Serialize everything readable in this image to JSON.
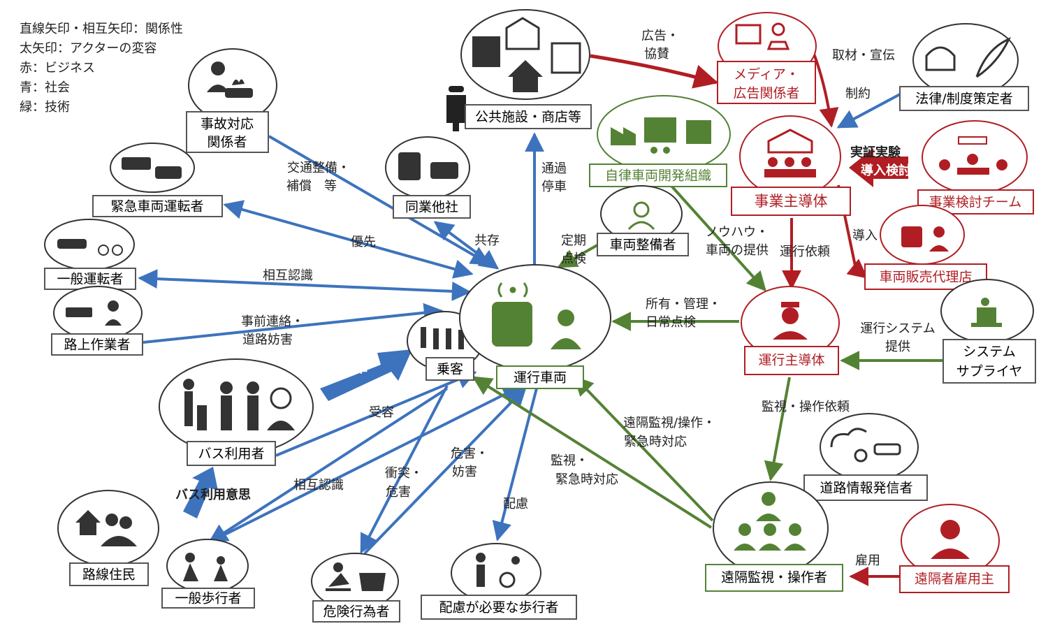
{
  "colors": {
    "blue": "#3d73bd",
    "red": "#b01e23",
    "green": "#548235",
    "dark": "#333333"
  },
  "legend": [
    "直線矢印・相互矢印：関係性",
    "太矢印：アクターの変容",
    "赤：ビジネス",
    "青：社会",
    "緑：技術"
  ],
  "nodes": {
    "jiko": {
      "label1": "事故対応",
      "label2": "関係者",
      "color": "dark"
    },
    "kinkyu": {
      "label1": "緊急車両運転者",
      "color": "dark"
    },
    "ippan_driver": {
      "label1": "一般運転者",
      "color": "dark"
    },
    "rojo": {
      "label1": "路上作業者",
      "color": "dark"
    },
    "bus_user": {
      "label1": "バス利用者",
      "color": "dark"
    },
    "rosen": {
      "label1": "路線住民",
      "color": "dark"
    },
    "hokosha": {
      "label1": "一般歩行者",
      "color": "dark"
    },
    "kiken": {
      "label1": "危険行為者",
      "color": "dark"
    },
    "hairyo": {
      "label1": "配慮が必要な歩行者",
      "color": "dark"
    },
    "kokyo": {
      "label1": "公共施設・商店等",
      "color": "dark"
    },
    "dogyo": {
      "label1": "同業他社",
      "color": "dark"
    },
    "jokyaku": {
      "label1": "乗客",
      "color": "dark"
    },
    "unko_sharyo": {
      "label1": "運行車両",
      "color": "green"
    },
    "jiritsu": {
      "label1": "自律車両開発組織",
      "color": "green"
    },
    "seibi": {
      "label1": "車両整備者",
      "color": "dark"
    },
    "media": {
      "label1": "メディア・",
      "label2": "広告関係者",
      "color": "red"
    },
    "horitsu": {
      "label1": "法律/制度策定者",
      "color": "dark"
    },
    "jigyo": {
      "label1": "事業主導体",
      "color": "red"
    },
    "kento": {
      "label1": "事業検討チーム",
      "color": "red"
    },
    "hanbai": {
      "label1": "車両販売代理店",
      "color": "red"
    },
    "unko_shudo": {
      "label1": "運行主導体",
      "color": "red"
    },
    "system": {
      "label1": "システム",
      "label2": "サプライヤ",
      "color": "dark"
    },
    "doro": {
      "label1": "道路情報発信者",
      "color": "dark"
    },
    "enkaku": {
      "label1": "遠隔監視・操作者",
      "color": "green"
    },
    "koyo": {
      "label1": "遠隔者雇用主",
      "color": "red"
    }
  },
  "edge_labels": {
    "kotsu": [
      "交通整備・",
      "補償　等"
    ],
    "yusen": [
      "優先"
    ],
    "sogo1": [
      "相互認識"
    ],
    "jizen": [
      "事前連絡・",
      "道路妨害"
    ],
    "josha": [
      "乗車"
    ],
    "juyo": [
      "受容"
    ],
    "bus_riyo": [
      "バス利用意思"
    ],
    "sogo2": [
      "相互認識"
    ],
    "shototsu": [
      "衝突・",
      "危害"
    ],
    "kigai": [
      "危害・",
      "妨害"
    ],
    "hairyo": [
      "配慮"
    ],
    "kansi": [
      "監視・",
      "緊急時対応"
    ],
    "enkaku": [
      "遠隔監視/操作・",
      "緊急時対応"
    ],
    "kyozon": [
      "共存"
    ],
    "tsuka": [
      "通過",
      "停車"
    ],
    "teiki": [
      "定期",
      "点検"
    ],
    "kokoku": [
      "広告・",
      "協賛"
    ],
    "shuzai": [
      "取材・宣伝"
    ],
    "seiyaku": [
      "制約"
    ],
    "jisho": [
      "実証実験",
      "導入検討"
    ],
    "knowhow": [
      "ノウハウ・",
      "車両の提供"
    ],
    "unko_irai": [
      "運行依頼"
    ],
    "shoyu": [
      "所有・管理・",
      "日常点検"
    ],
    "donyu": [
      "導入"
    ],
    "system_teikyo": [
      "運行システム",
      "提供"
    ],
    "kanshi_irai": [
      "監視・操作依頼"
    ],
    "koyo": [
      "雇用"
    ]
  }
}
